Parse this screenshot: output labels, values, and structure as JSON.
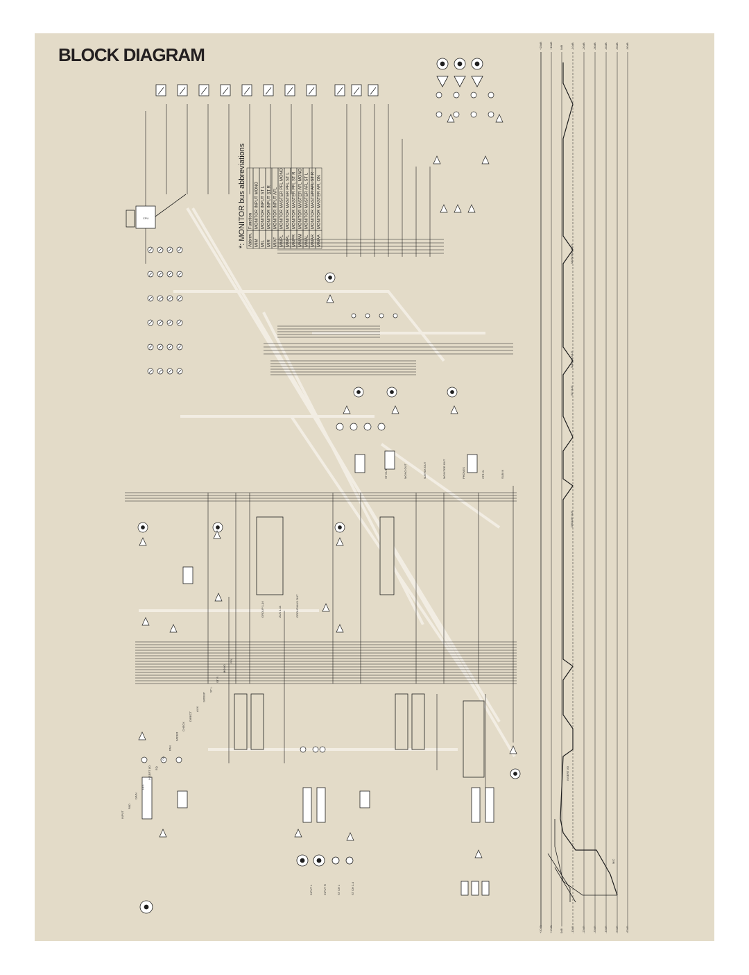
{
  "page": {
    "title": "BLOCK DIAGRAM"
  },
  "monitor_bus": {
    "title": "*: MONITOR bus abbreviations",
    "header": [
      "Abbrev.",
      "Function"
    ],
    "rows": [
      [
        "MIM",
        "MONITOR INPUT MONO"
      ],
      [
        "MIL",
        "MONITOR INPUT ST L"
      ],
      [
        "MIR",
        "MONITOR INPUT ST R"
      ],
      [
        "MIAF",
        "MONITOR INPUT AFL"
      ],
      [
        "MMPL",
        "MONITOR MASTER PFL MONO"
      ],
      [
        "MMPL",
        "MONITOR MASTER PFL ST L"
      ],
      [
        "MMPR",
        "MONITOR MASTER PFL ST R"
      ],
      [
        "MMAM",
        "MONITOR MASTER AFL MONO"
      ],
      [
        "MMAL",
        "MONITOR MASTER AFL ST L"
      ],
      [
        "MMAR",
        "MONITOR MASTER AFL ST R"
      ],
      [
        "MMAA",
        "MONITOR MASTER AFL ON"
      ]
    ]
  },
  "labels": {
    "input_section": [
      "INPUT",
      "PAD",
      "GAIN",
      "HPF",
      "INSERT I/O",
      "EQ",
      "ON",
      "PAN",
      "FADER",
      "CHECK",
      "DIRECT",
      "AUX",
      "GROUP",
      "ST L",
      "ST R",
      "MONO",
      "PFL"
    ],
    "stereo_input": [
      "INPUT L",
      "INPUT R",
      "ST CH 1",
      "ST CH 2-4"
    ],
    "groups": [
      "GROUP 1-16",
      "AUX 1-14",
      "GROUP/AUX OUT"
    ],
    "master": [
      "ST OUT",
      "MONO OUT",
      "MATRIX OUT",
      "MONITOR OUT",
      "PHONES",
      "2TR IN",
      "SUB IN"
    ],
    "scale_left": [
      "+20dB",
      "+10dB",
      "0dB",
      "-10dB",
      "-20dB",
      "-30dB",
      "-40dB",
      "-50dB",
      "-60dB"
    ],
    "scale_right": [
      "+20dB",
      "+10dB",
      "0dB",
      "-10dB",
      "-20dB",
      "-30dB",
      "-40dB",
      "-50dB",
      "-60dB"
    ],
    "level_chart": [
      "MIC",
      "INSERT I/O",
      "GROUP OUT",
      "ST OUT",
      "MATRIX OUT",
      "MONITOR OUT"
    ]
  },
  "colors": {
    "background": "#e3dbc8",
    "line": "#1e1e1e",
    "signal_highlight": "#f3efe5"
  }
}
